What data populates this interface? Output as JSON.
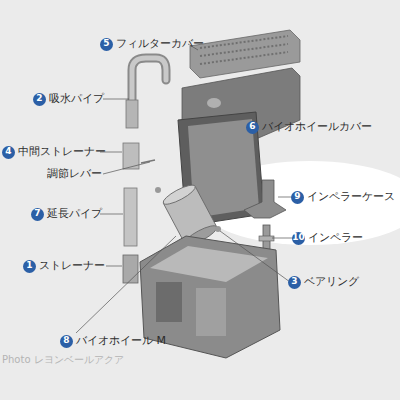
{
  "diagram": {
    "nodes": [
      {
        "text": [
          "5"
        ]
      },
      {
        "text": [
          "2"
        ]
      },
      {
        "text": [
          "6"
        ]
      },
      {
        "text": [
          "4"
        ]
      },
      {
        "text": [
          "9"
        ]
      },
      {
        "text": [
          "7"
        ]
      },
      {
        "text": [
          "10"
        ]
      },
      {
        "text": [
          "1"
        ]
      },
      {
        "text": [
          "3"
        ]
      },
      {
        "text": [
          "8"
        ]
      }
    ],
    "labels": [
      "フィルターカバー",
      "吸水パイプ",
      "バイオホイールカバー",
      "中間ストレーナー",
      "調節レバー",
      "インペラーケース",
      "延長パイプ",
      "インペラー",
      "ストレーナー",
      "ベアリング",
      "バイオホイール M",
      "Photo レヨンベールアクア"
    ]
  }
}
